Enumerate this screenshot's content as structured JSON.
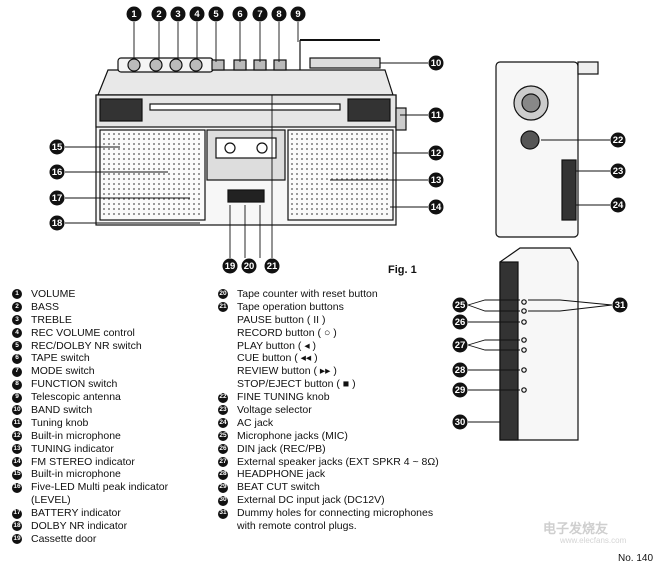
{
  "figure_label": "Fig. 1",
  "footer_text": "No. 140",
  "watermark": {
    "main": "电子发烧友",
    "url": "www.elecfans.com"
  },
  "callout_numbers": [
    "1",
    "2",
    "3",
    "4",
    "5",
    "6",
    "7",
    "8",
    "9",
    "10",
    "11",
    "12",
    "13",
    "14",
    "15",
    "16",
    "17",
    "18",
    "19",
    "20",
    "21",
    "22",
    "23",
    "24",
    "25",
    "26",
    "27",
    "28",
    "29",
    "30",
    "31"
  ],
  "legend_left": [
    {
      "num": "1",
      "label": "VOLUME"
    },
    {
      "num": "2",
      "label": "BASS"
    },
    {
      "num": "3",
      "label": "TREBLE"
    },
    {
      "num": "4",
      "label": "REC VOLUME control"
    },
    {
      "num": "5",
      "label": "REC/DOLBY NR  switch"
    },
    {
      "num": "6",
      "label": "TAPE switch"
    },
    {
      "num": "7",
      "label": "MODE  switch"
    },
    {
      "num": "8",
      "label": "FUNCTION switch"
    },
    {
      "num": "9",
      "label": "Telescopic antenna"
    },
    {
      "num": "10",
      "label": "BAND switch"
    },
    {
      "num": "11",
      "label": "Tuning knob"
    },
    {
      "num": "12",
      "label": "Built-in microphone"
    },
    {
      "num": "13",
      "label": "TUNING indicator"
    },
    {
      "num": "14",
      "label": "FM STEREO indicator"
    },
    {
      "num": "15",
      "label": "Built-in microphone"
    },
    {
      "num": "16",
      "label": "Five-LED Multi peak indicator"
    },
    {
      "num": "",
      "label": "(LEVEL)"
    },
    {
      "num": "17",
      "label": "BATTERY indicator"
    },
    {
      "num": "18",
      "label": "DOLBY NR indicator"
    },
    {
      "num": "19",
      "label": "Cassette door"
    }
  ],
  "legend_right": [
    {
      "num": "20",
      "label": "Tape counter with reset button"
    },
    {
      "num": "21",
      "label": "Tape operation buttons"
    },
    {
      "num": "",
      "label": "PAUSE button ( II )",
      "sub": true
    },
    {
      "num": "",
      "label": "RECORD button ( ○ )",
      "sub": true
    },
    {
      "num": "",
      "label": "PLAY button ( ◂ )",
      "sub": true
    },
    {
      "num": "",
      "label": "CUE button ( ◂◂ )",
      "sub": true
    },
    {
      "num": "",
      "label": "REVIEW button ( ▸▸ )",
      "sub": true
    },
    {
      "num": "",
      "label": "STOP/EJECT button ( ■ )",
      "sub": true
    },
    {
      "num": "22",
      "label": "FINE TUNING knob"
    },
    {
      "num": "23",
      "label": "Voltage selector"
    },
    {
      "num": "24",
      "label": "AC jack"
    },
    {
      "num": "25",
      "label": "Microphone jacks (MIC)"
    },
    {
      "num": "26",
      "label": "DIN jack (REC/PB)"
    },
    {
      "num": "27",
      "label": "External speaker jacks (EXT SPKR 4 ~ 8Ω)"
    },
    {
      "num": "28",
      "label": "HEADPHONE jack"
    },
    {
      "num": "29",
      "label": "BEAT CUT switch"
    },
    {
      "num": "30",
      "label": "External DC input jack (DC12V)"
    },
    {
      "num": "31",
      "label": "Dummy holes for connecting microphones"
    },
    {
      "num": "",
      "label": "with remote control plugs.",
      "sub": true
    }
  ]
}
